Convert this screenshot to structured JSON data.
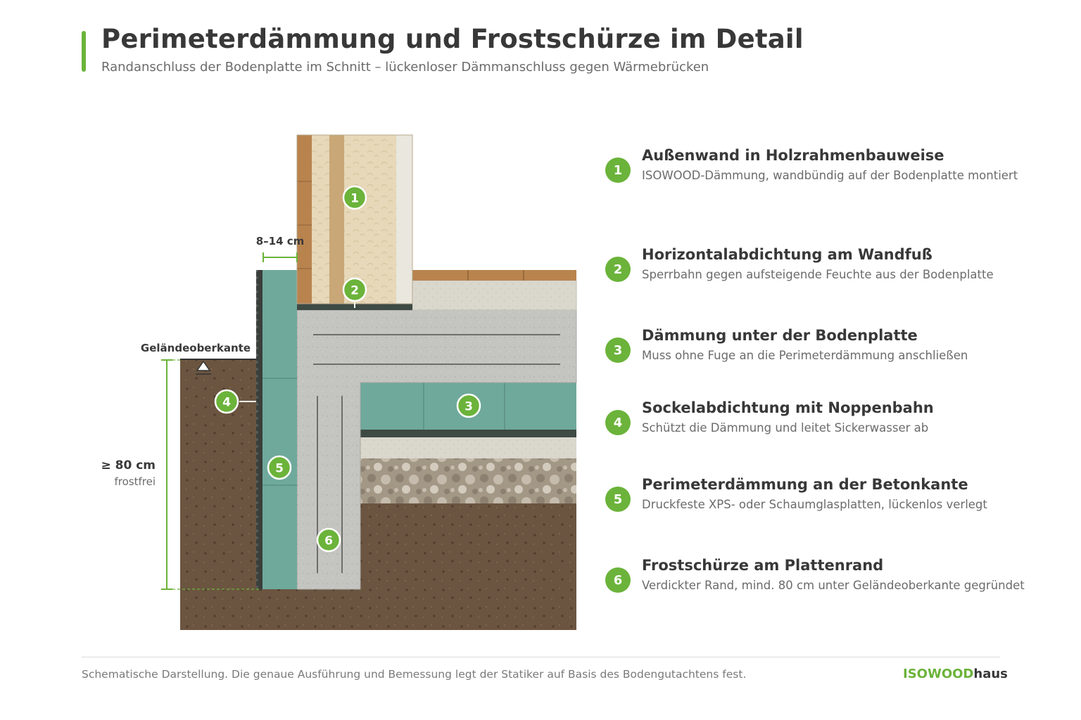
{
  "header": {
    "title": "Perimeterdämmung und Frostschürze im Detail",
    "subtitle": "Randanschluss der Bodenplatte im Schnitt – lückenloser Dämmanschluss gegen Wärmebrücken"
  },
  "colors": {
    "accent": "#6bb33a",
    "soil": "#6b5540",
    "insulation": "#6fa99c",
    "concrete": "#c4c4c0",
    "timber": "#b9834e",
    "wall_insulation": "#e6d8b8",
    "membrane": "#3e4a44",
    "gravel": "#a39785"
  },
  "diagram": {
    "dimension_wall": "8–14 cm",
    "ground_label": "Geländeoberkante",
    "depth_value": "≥ 80 cm",
    "depth_label": "frostfrei",
    "markers": [
      "1",
      "2",
      "3",
      "4",
      "5",
      "6"
    ]
  },
  "legend": [
    {
      "number": "1",
      "title": "Außenwand in Holzrahmenbauweise",
      "desc": "ISOWOOD-Dämmung, wandbündig auf der Bodenplatte montiert"
    },
    {
      "number": "2",
      "title": "Horizontalabdichtung am Wandfuß",
      "desc": "Sperrbahn gegen aufsteigende Feuchte aus der Bodenplatte"
    },
    {
      "number": "3",
      "title": "Dämmung unter der Bodenplatte",
      "desc": "Muss ohne Fuge an die Perimeterdämmung anschließen"
    },
    {
      "number": "4",
      "title": "Sockelabdichtung mit Noppenbahn",
      "desc": "Schützt die Dämmung und leitet Sickerwasser ab"
    },
    {
      "number": "5",
      "title": "Perimeterdämmung an der Betonkante",
      "desc": "Druckfeste XPS- oder Schaumglasplatten, lückenlos verlegt"
    },
    {
      "number": "6",
      "title": "Frostschürze am Plattenrand",
      "desc": "Verdickter Rand, mind. 80 cm unter Geländeoberkante gegründet"
    }
  ],
  "footer": {
    "note": "Schematische Darstellung. Die genaue Ausführung und Bemessung legt der Statiker auf Basis des Bodengutachtens fest.",
    "brand_a": "ISOWOOD",
    "brand_b": "haus"
  }
}
